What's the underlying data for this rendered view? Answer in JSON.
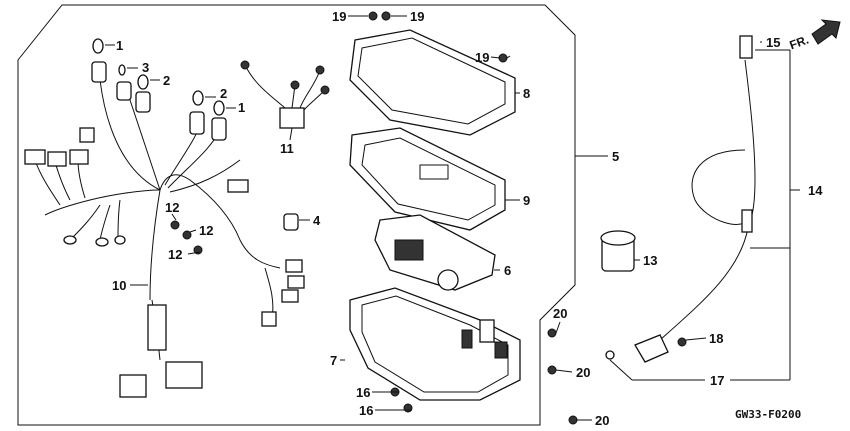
{
  "diagram": {
    "callouts": [
      {
        "id": "c1a",
        "label": "1"
      },
      {
        "id": "c1b",
        "label": "1"
      },
      {
        "id": "c2a",
        "label": "2"
      },
      {
        "id": "c2b",
        "label": "2"
      },
      {
        "id": "c3",
        "label": "3"
      },
      {
        "id": "c4",
        "label": "4"
      },
      {
        "id": "c5",
        "label": "5"
      },
      {
        "id": "c6",
        "label": "6"
      },
      {
        "id": "c7",
        "label": "7"
      },
      {
        "id": "c8",
        "label": "8"
      },
      {
        "id": "c9",
        "label": "9"
      },
      {
        "id": "c10",
        "label": "10"
      },
      {
        "id": "c11",
        "label": "11"
      },
      {
        "id": "c12a",
        "label": "12"
      },
      {
        "id": "c12b",
        "label": "12"
      },
      {
        "id": "c12c",
        "label": "12"
      },
      {
        "id": "c13",
        "label": "13"
      },
      {
        "id": "c14",
        "label": "14"
      },
      {
        "id": "c15",
        "label": "15"
      },
      {
        "id": "c16a",
        "label": "16"
      },
      {
        "id": "c16b",
        "label": "16"
      },
      {
        "id": "c17",
        "label": "17"
      },
      {
        "id": "c18",
        "label": "18"
      },
      {
        "id": "c19a",
        "label": "19"
      },
      {
        "id": "c19b",
        "label": "19"
      },
      {
        "id": "c19c",
        "label": "19"
      },
      {
        "id": "c20a",
        "label": "20"
      },
      {
        "id": "c20b",
        "label": "20"
      },
      {
        "id": "c20c",
        "label": "20"
      }
    ],
    "direction_label": "FR.",
    "diagram_code": "GW33-F0200"
  }
}
